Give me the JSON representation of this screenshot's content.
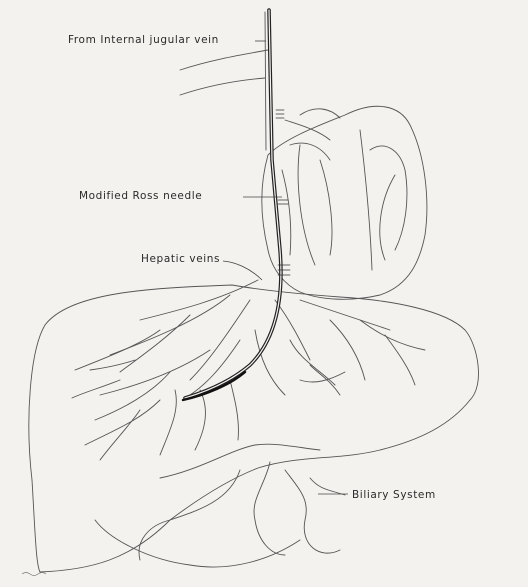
{
  "figure": {
    "labels": {
      "jugular": "From Internal jugular vein",
      "needle": "Modified Ross needle",
      "hepatic": "Hepatic veins",
      "biliary": "Biliary System"
    }
  }
}
